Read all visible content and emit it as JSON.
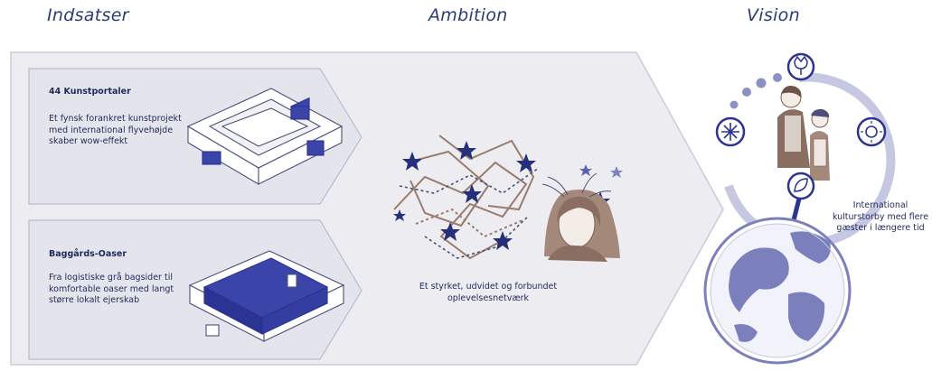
{
  "headings": {
    "indsatser": "Indsatser",
    "ambition": "Ambition",
    "vision": "Vision"
  },
  "indsatser": [
    {
      "title": "44 Kunstportaler",
      "body": "Et fynsk forankret kunstprojekt med international flyvehøjde skaber wow-effekt"
    },
    {
      "title": "Baggårds-Oaser",
      "body": "Fra logistiske grå bagsider til komfortable oaser med langt større lokalt ejerskab"
    }
  ],
  "ambition": {
    "caption": "Et styrket, udvidet og forbundet oplevelsesnetværk"
  },
  "vision": {
    "caption": "International kulturstorby med flere gæster i længere tid"
  },
  "colors": {
    "navy": "#1f2a5a",
    "blue": "#2b3393",
    "panel": "#ececf1",
    "outline": "#c5c8dc",
    "brown": "#a4887a"
  },
  "icons": [
    "building-icon",
    "stars-network-icon",
    "woman-portrait-icon",
    "globe-icon",
    "snowflake-icon",
    "tulip-icon",
    "sun-icon",
    "leaf-icon",
    "people-icon"
  ]
}
